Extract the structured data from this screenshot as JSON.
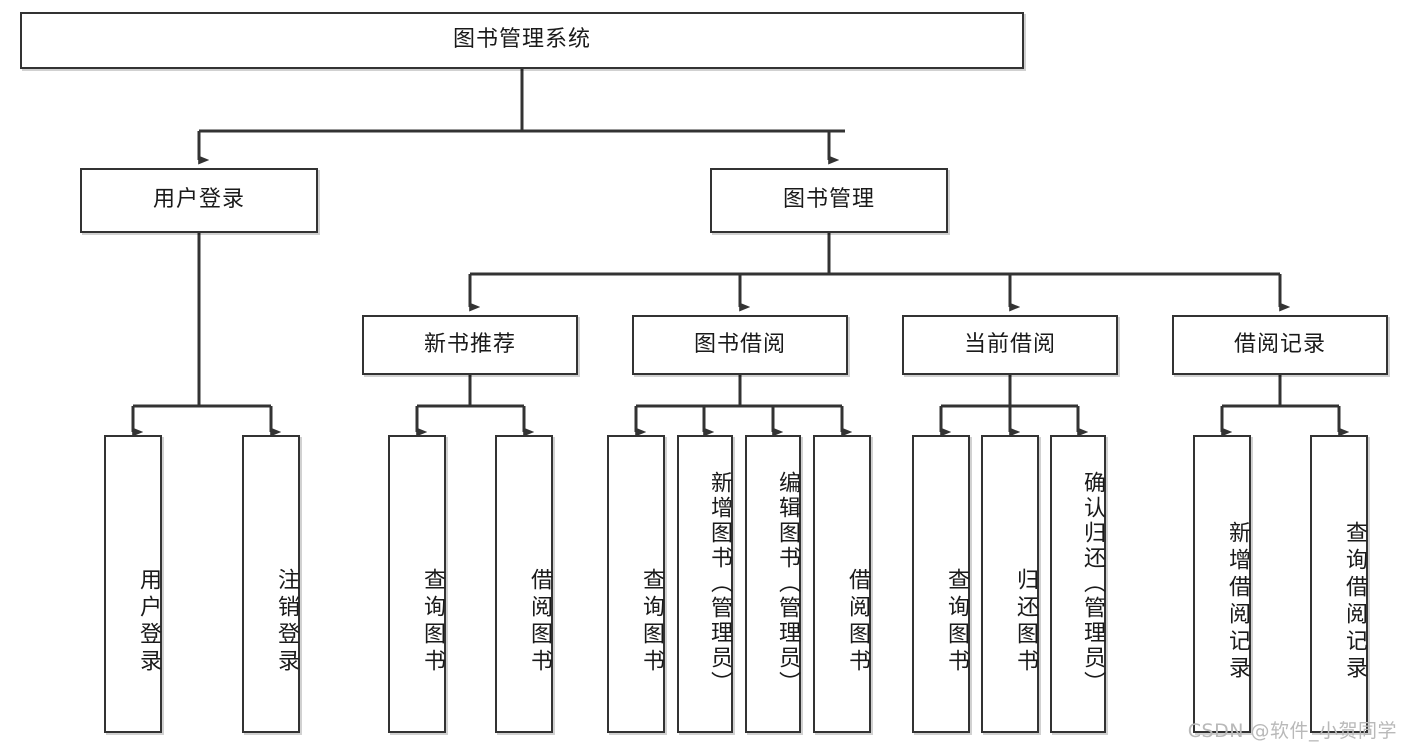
{
  "diagram": {
    "type": "tree-hierarchy-chart",
    "title": "图书管理系统",
    "watermark": "CSDN @软件_小贺同学",
    "colors": {
      "box_border": "#333333",
      "box_fill": "#ffffff",
      "connector": "#333333",
      "text": "#1a1a1a",
      "watermark": "#b9b9b9"
    },
    "levels": [
      {
        "level": 1,
        "nodes": [
          {
            "id": "root",
            "label": "图书管理系统",
            "orientation": "horizontal"
          }
        ]
      },
      {
        "level": 2,
        "nodes": [
          {
            "id": "user-login",
            "label": "用户登录",
            "orientation": "horizontal",
            "parent": "root"
          },
          {
            "id": "book-manage",
            "label": "图书管理",
            "orientation": "horizontal",
            "parent": "root"
          }
        ]
      },
      {
        "level": 3,
        "nodes": [
          {
            "id": "new-book-rec",
            "label": "新书推荐",
            "orientation": "horizontal",
            "parent": "book-manage"
          },
          {
            "id": "book-borrow",
            "label": "图书借阅",
            "orientation": "horizontal",
            "parent": "book-manage"
          },
          {
            "id": "current-borrow",
            "label": "当前借阅",
            "orientation": "horizontal",
            "parent": "book-manage"
          },
          {
            "id": "borrow-record",
            "label": "借阅记录",
            "orientation": "horizontal",
            "parent": "book-manage"
          }
        ]
      },
      {
        "level": 4,
        "nodes": [
          {
            "id": "leaf-user-login",
            "label": "用户登录",
            "orientation": "vertical",
            "parent": "user-login"
          },
          {
            "id": "leaf-user-logout",
            "label": "注销登录",
            "orientation": "vertical",
            "parent": "user-login"
          },
          {
            "id": "leaf-query-book-1",
            "label": "查询图书",
            "orientation": "vertical",
            "parent": "new-book-rec"
          },
          {
            "id": "leaf-borrow-book-1",
            "label": "借阅图书",
            "orientation": "vertical",
            "parent": "new-book-rec"
          },
          {
            "id": "leaf-query-book-2",
            "label": "查询图书",
            "orientation": "vertical",
            "parent": "book-borrow"
          },
          {
            "id": "leaf-add-book",
            "label": "新增图书（管理员）",
            "orientation": "vertical",
            "parent": "book-borrow"
          },
          {
            "id": "leaf-edit-book",
            "label": "编辑图书（管理员）",
            "orientation": "vertical",
            "parent": "book-borrow"
          },
          {
            "id": "leaf-borrow-book-2",
            "label": "借阅图书",
            "orientation": "vertical",
            "parent": "book-borrow"
          },
          {
            "id": "leaf-query-book-3",
            "label": "查询图书",
            "orientation": "vertical",
            "parent": "current-borrow"
          },
          {
            "id": "leaf-return-book",
            "label": "归还图书",
            "orientation": "vertical",
            "parent": "current-borrow"
          },
          {
            "id": "leaf-confirm-return",
            "label": "确认归还（管理员）",
            "orientation": "vertical",
            "parent": "current-borrow"
          },
          {
            "id": "leaf-add-record",
            "label": "新增借阅记录",
            "orientation": "vertical",
            "parent": "borrow-record"
          },
          {
            "id": "leaf-query-record",
            "label": "查询借阅记录",
            "orientation": "vertical",
            "parent": "borrow-record"
          }
        ]
      }
    ]
  }
}
